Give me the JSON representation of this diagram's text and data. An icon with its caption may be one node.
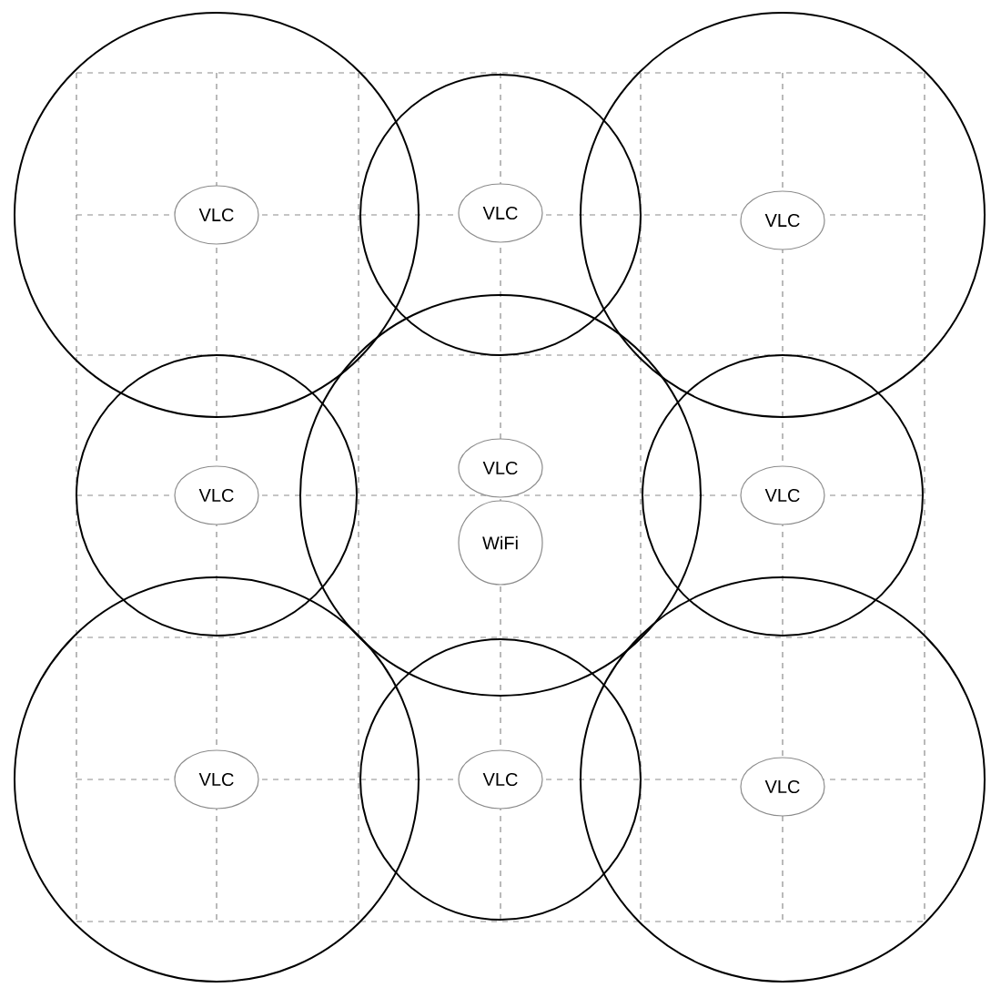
{
  "diagram": {
    "nodes": [
      {
        "text": [
          "VLC"
        ]
      },
      {
        "text": [
          "VLC"
        ]
      },
      {
        "text": [
          "VLC"
        ]
      },
      {
        "text": [
          "VLC"
        ]
      },
      {
        "text": [
          "VLC"
        ]
      },
      {
        "text": [
          "VLC"
        ]
      },
      {
        "text": [
          "WiFi"
        ]
      },
      {
        "text": [
          "VLC"
        ]
      },
      {
        "text": [
          "VLC"
        ]
      },
      {
        "text": [
          "VLC"
        ]
      }
    ]
  }
}
